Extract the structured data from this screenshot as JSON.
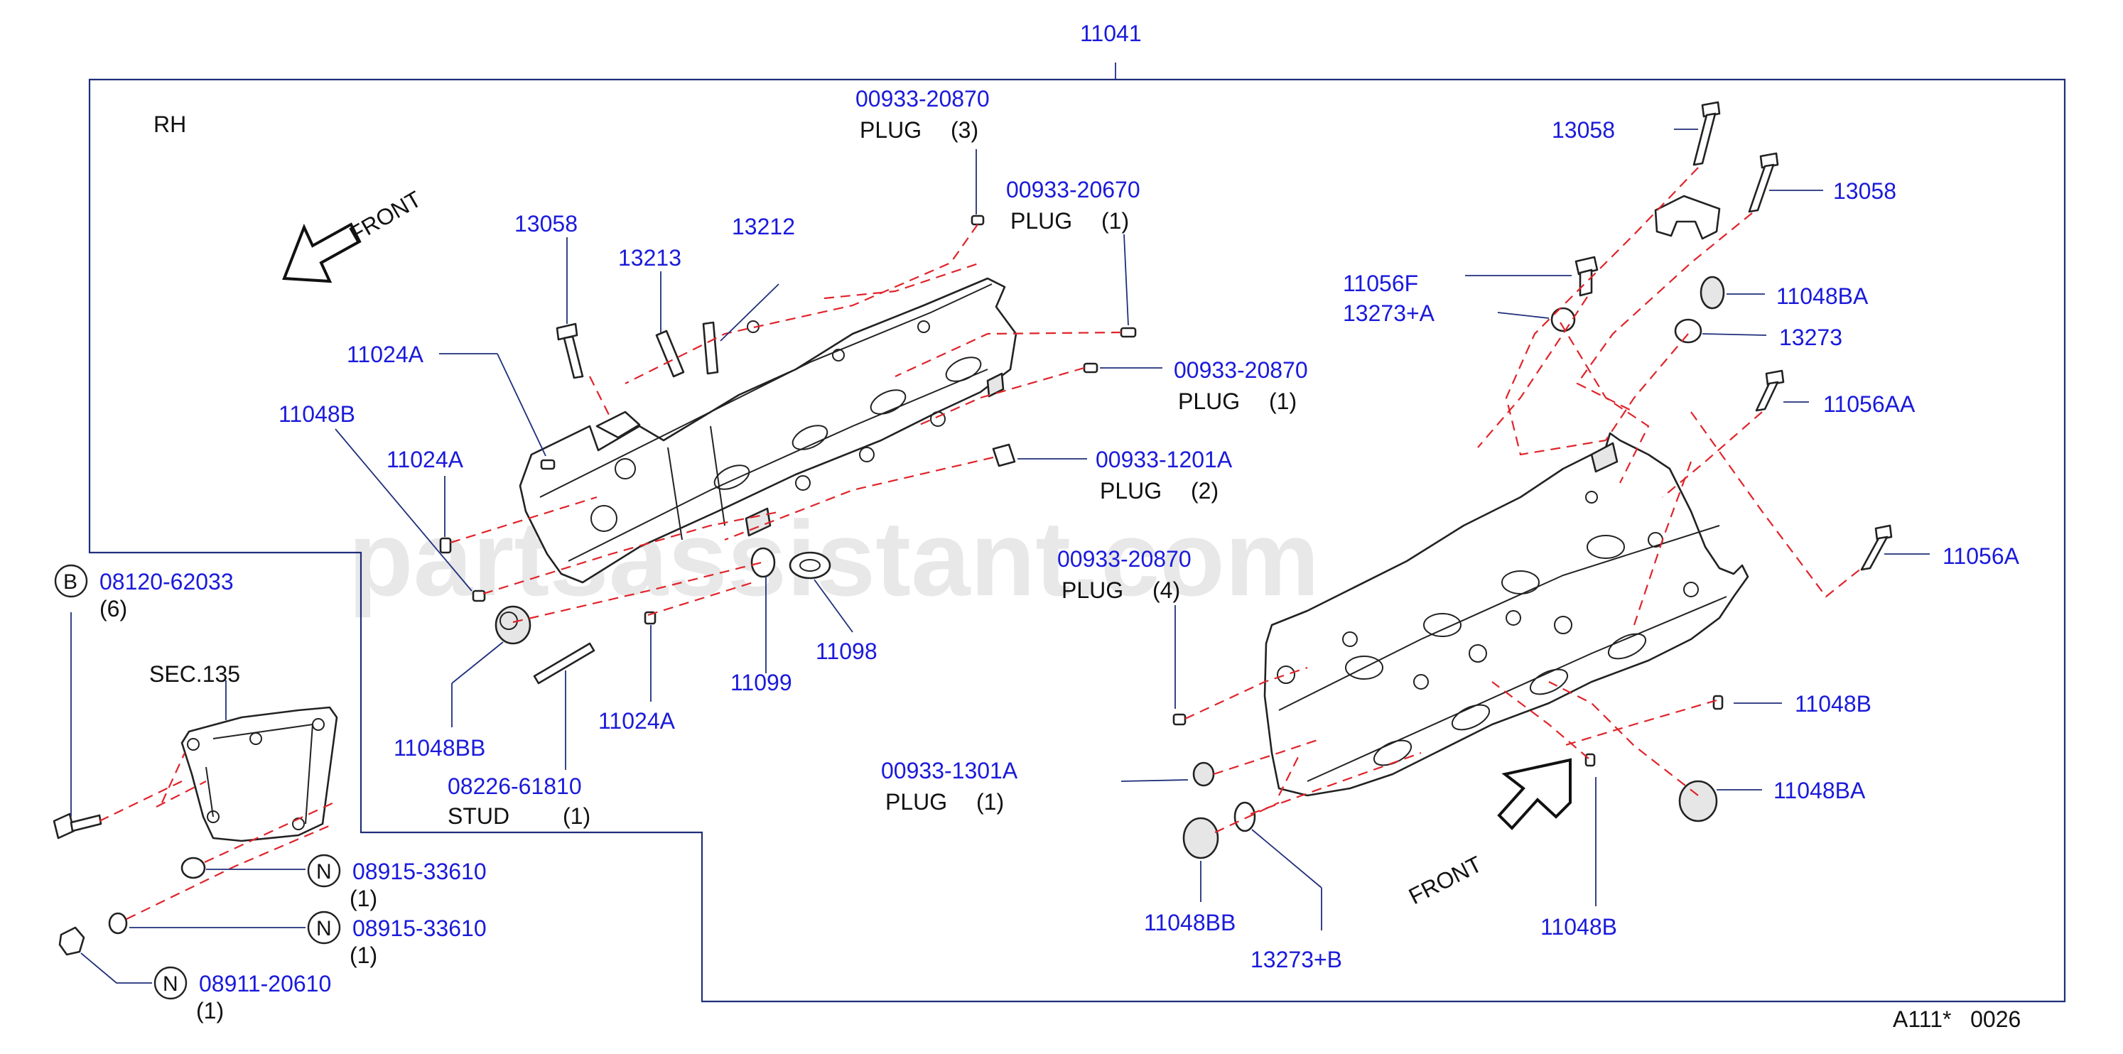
{
  "diagram": {
    "side_label": "RH",
    "front_label_left": "FRONT",
    "front_label_right": "FRONT",
    "watermark": "partsassistant.com",
    "footer": "A111*   0026",
    "main_assembly": "11041",
    "callouts": {
      "plug_20870_top": {
        "pn": "00933-20870",
        "desc": "PLUG",
        "qty": "(3)"
      },
      "plug_20670": {
        "pn": "00933-20670",
        "desc": "PLUG",
        "qty": "(1)"
      },
      "plug_20870_mid": {
        "pn": "00933-20870",
        "desc": "PLUG",
        "qty": "(1)"
      },
      "plug_1201a": {
        "pn": "00933-1201A",
        "desc": "PLUG",
        "qty": "(2)"
      },
      "plug_20870_right": {
        "pn": "00933-20870",
        "desc": "PLUG",
        "qty": "(4)"
      },
      "plug_1301a": {
        "pn": "00933-1301A",
        "desc": "PLUG",
        "qty": "(1)"
      },
      "stud": {
        "pn": "08226-61810",
        "desc": "STUD",
        "qty": "(1)"
      },
      "bolt_b": {
        "symbol": "B",
        "pn": "08120-62033",
        "qty": "(6)"
      },
      "washer_n1": {
        "symbol": "N",
        "pn": "08915-33610",
        "qty": "(1)"
      },
      "washer_n2": {
        "symbol": "N",
        "pn": "08915-33610",
        "qty": "(1)"
      },
      "nut_n": {
        "symbol": "N",
        "pn": "08911-20610",
        "qty": "(1)"
      },
      "sec135": "SEC.135"
    },
    "left_parts": {
      "p13058": "13058",
      "p13213": "13213",
      "p13212": "13212",
      "p11024a_1": "11024A",
      "p11048b": "11048B",
      "p11024a_2": "11024A",
      "p11048bb": "11048BB",
      "p11024a_3": "11024A",
      "p11099": "11099",
      "p11098": "11098"
    },
    "right_parts": {
      "p13058_1": "13058",
      "p13058_2": "13058",
      "p11056f": "11056F",
      "p13273a": "13273+A",
      "p11048ba_1": "11048BA",
      "p13273": "13273",
      "p11056aa": "11056AA",
      "p11056a": "11056A",
      "p11048b_1": "11048B",
      "p11048ba_2": "11048BA",
      "p11048bb": "11048BB",
      "p13273b": "13273+B",
      "p11048b_2": "11048B"
    }
  }
}
